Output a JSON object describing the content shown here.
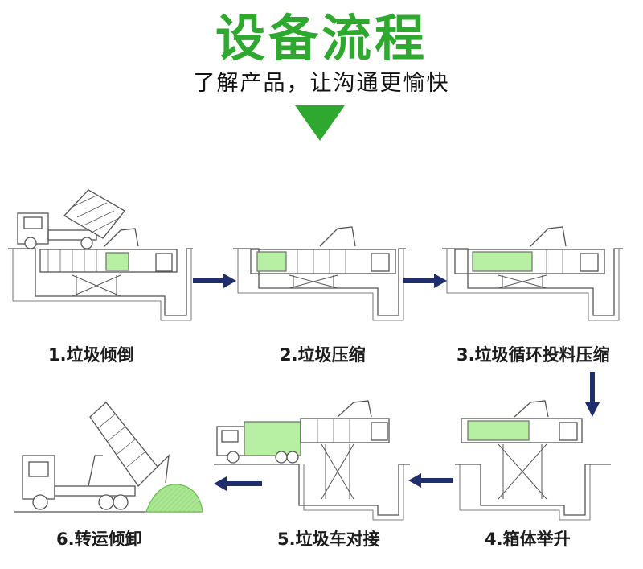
{
  "header": {
    "title": "设备流程",
    "subtitle": "了解产品，让沟通更愉快"
  },
  "steps": [
    {
      "label": "1.垃圾倾倒"
    },
    {
      "label": "2.垃圾压缩"
    },
    {
      "label": "3.垃圾循环投料压缩"
    },
    {
      "label": "4.箱体举升"
    },
    {
      "label": "5.垃圾车对接"
    },
    {
      "label": "6.转运倾卸"
    }
  ],
  "colors": {
    "accent": "#2fa82f",
    "arrow": "#1f2f6e",
    "box_fill": "#b7f0a2",
    "line": "#555555"
  }
}
